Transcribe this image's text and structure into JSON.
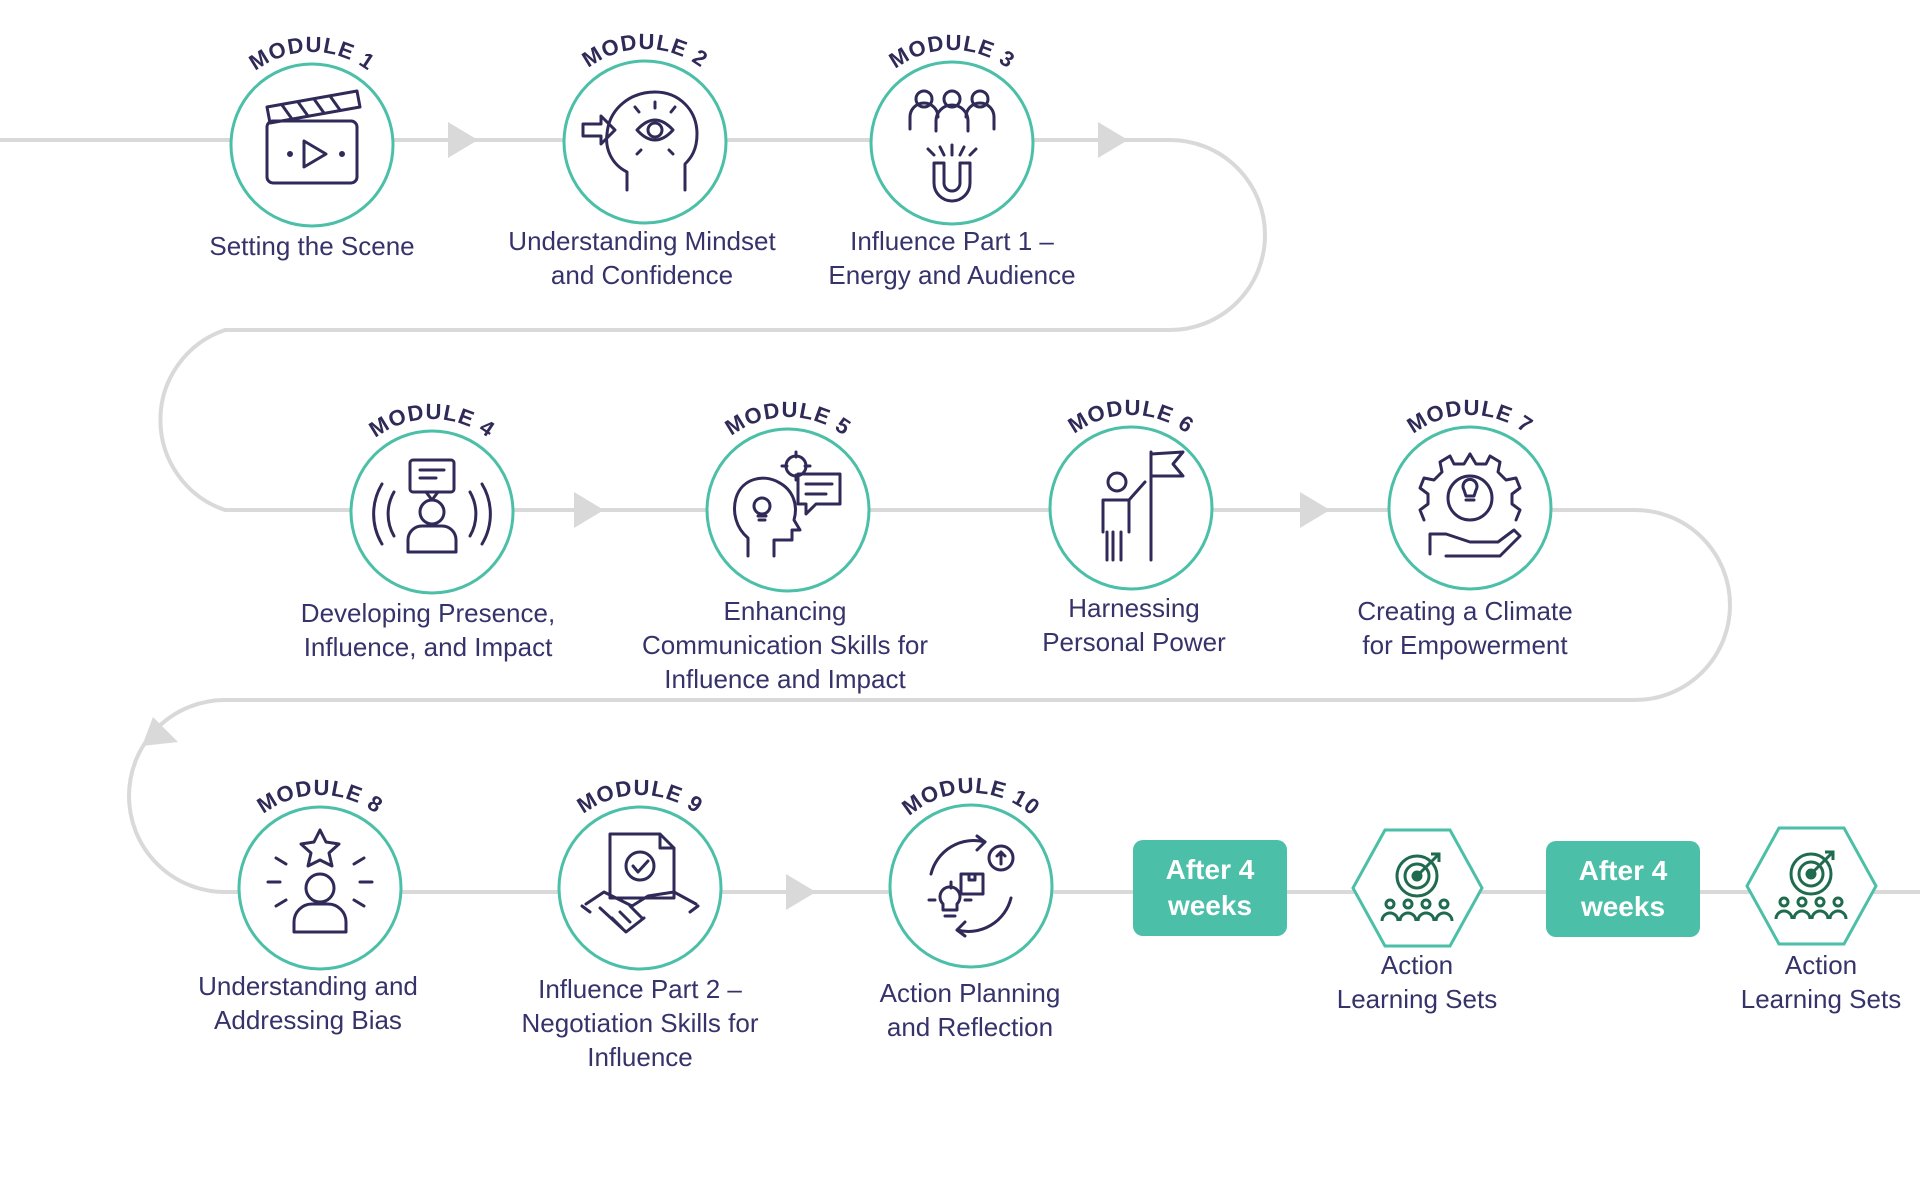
{
  "modules": [
    {
      "label": "MODULE 1",
      "icon": "clapperboard-icon",
      "caption": [
        "Setting the Scene"
      ]
    },
    {
      "label": "MODULE 2",
      "icon": "mindset-head-eye-icon",
      "caption": [
        "Understanding Mindset",
        "and Confidence"
      ]
    },
    {
      "label": "MODULE 3",
      "icon": "audience-magnet-icon",
      "caption": [
        "Influence Part 1 –",
        "Energy and Audience"
      ]
    },
    {
      "label": "MODULE 4",
      "icon": "presence-broadcast-icon",
      "caption": [
        "Developing Presence,",
        "Influence, and Impact"
      ]
    },
    {
      "label": "MODULE 5",
      "icon": "communication-head-icon",
      "caption": [
        "Enhancing",
        "Communication Skills for",
        "Influence and Impact"
      ]
    },
    {
      "label": "MODULE 6",
      "icon": "person-flag-icon",
      "caption": [
        "Harnessing",
        "Personal Power"
      ]
    },
    {
      "label": "MODULE 7",
      "icon": "empowerment-gear-hand-icon",
      "caption": [
        "Creating a Climate",
        "for Empowerment"
      ]
    },
    {
      "label": "MODULE 8",
      "icon": "person-star-icon",
      "caption": [
        "Understanding and",
        "Addressing Bias"
      ]
    },
    {
      "label": "MODULE 9",
      "icon": "handshake-document-icon",
      "caption": [
        "Influence Part 2 –",
        "Negotiation Skills for",
        "Influence"
      ]
    },
    {
      "label": "MODULE 10",
      "icon": "action-cycle-icon",
      "caption": [
        "Action Planning",
        "and Reflection"
      ]
    }
  ],
  "pills": [
    {
      "lines": [
        "After 4",
        "weeks"
      ]
    },
    {
      "lines": [
        "After 4",
        "weeks"
      ]
    }
  ],
  "action_sets": [
    {
      "icon": "target-team-icon",
      "caption": [
        "Action",
        "Learning Sets"
      ]
    },
    {
      "icon": "target-team-icon",
      "caption": [
        "Action",
        "Learning Sets"
      ]
    }
  ],
  "colors": {
    "teal": "#4bbfa7",
    "navy": "#2f2a57",
    "path": "#d9d9d9",
    "pill": "#4bbfa7",
    "action_icon": "#1f6b4f"
  }
}
